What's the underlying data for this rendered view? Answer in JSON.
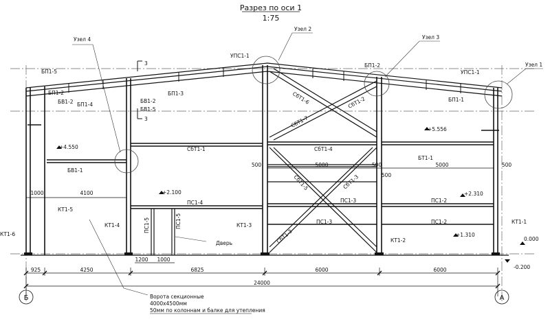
{
  "header": {
    "title": "Разрез по оси 1",
    "scale": "1:75"
  },
  "nodes": {
    "node1": "Узел 2",
    "node2": "Узел 3",
    "node3": "Узел 1",
    "node4": "Узел 4"
  },
  "members": {
    "upc_left": "УПС1-1",
    "upc_right": "УПС1-1",
    "bp_left_top": "БП1-5",
    "bp_left_2": "БП1-2",
    "bv_left": "БВ1-2",
    "bp_left_4": "БП1-4",
    "bv_mid_2": "БВ1-2",
    "bv_mid_5": "БВ1-5",
    "bp_3": "БП1-3",
    "bp_right_2": "БП1-2",
    "bp_right_1": "БП1-1",
    "sbt6": "СбТ1-6",
    "sbt2": "СбТ1-2",
    "sbt7": "СбТ1-7",
    "sbt1": "СбТ1-1",
    "sbt4": "СбТ1-4",
    "bt1": "БТ1-1",
    "bv1": "БВ1-1",
    "sbt3": "СбТ1-3",
    "sbt5": "СбТ1-5",
    "sbt3b": "СбТ1-3",
    "pc4": "ПС1-4",
    "pc3a": "ПС1-3",
    "pc3b": "ПС1-3",
    "pc2a": "ПС1-2",
    "pc2b": "ПС1-2",
    "pc5a": "ПС1-5",
    "pc5b": "ПС1-5",
    "door": "Дверь",
    "kt6": "КТ1-6",
    "kt5": "КТ1-5",
    "kt4": "КТ1-4",
    "kt3": "КТ1-3",
    "kt2": "КТ1-2",
    "kt1": "КТ1-1"
  },
  "marks": {
    "m5556": "+5.556",
    "m4550": "+4.550",
    "m2100": "+2.100",
    "m2310": "+2.310",
    "m1310": "+1.310",
    "m0000": "0.000",
    "m0200": "-0.200",
    "sec3a": "3",
    "sec3b": "3"
  },
  "dims": {
    "d500a": "500",
    "d5000a": "5000",
    "d500b": "500",
    "d5000b": "5000",
    "d500c": "500",
    "d500d": "500",
    "d1000v": "1000",
    "d4100": "4100",
    "d1200": "1200",
    "d1000": "1000",
    "d925": "925",
    "d4250": "4250",
    "d6825": "6825",
    "d6000a": "6000",
    "d6000b": "6000",
    "d24000": "24000"
  },
  "axes": {
    "left": "Б",
    "right": "А"
  },
  "notes": {
    "line1": "Ворота секционные",
    "line2": "4000х4500мм",
    "line3": "50мм по колоннам и балке для утепления"
  }
}
